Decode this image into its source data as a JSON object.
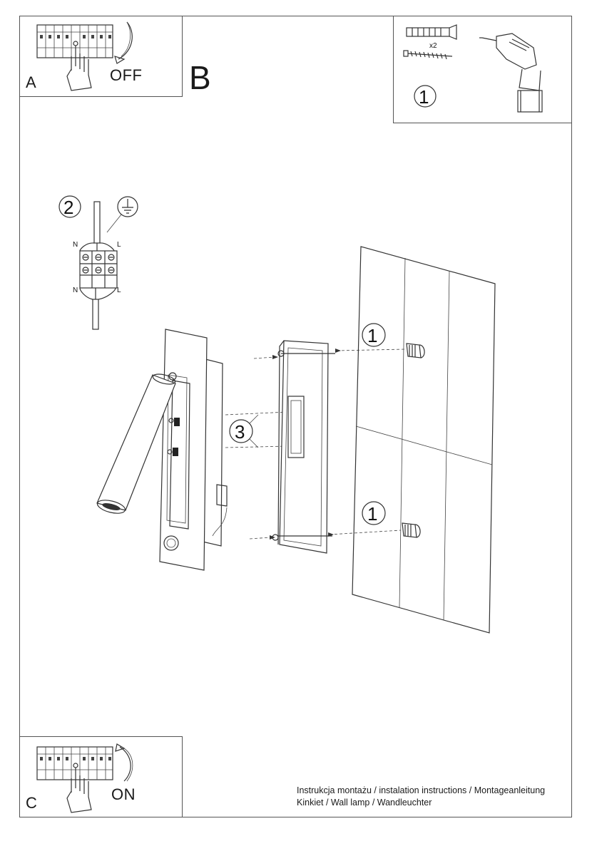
{
  "step_letters": {
    "a": "A",
    "b": "B",
    "c": "C"
  },
  "switch_states": {
    "off": "OFF",
    "on": "ON"
  },
  "tools": {
    "quantity": "x2",
    "step": "1"
  },
  "wiring": {
    "step": "2",
    "terminal_labels": {
      "neutral_top": "N",
      "live_top": "L",
      "neutral_bottom": "N",
      "live_bottom": "L"
    }
  },
  "assembly": {
    "fixing_step_top": "1",
    "fixing_step_bottom": "1",
    "mounting_step": "3"
  },
  "footer": {
    "line1": "Instrukcja montażu / instalation instructions / Montageanleitung",
    "line2": "Kinkiet / Wall lamp / Wandleuchter"
  }
}
